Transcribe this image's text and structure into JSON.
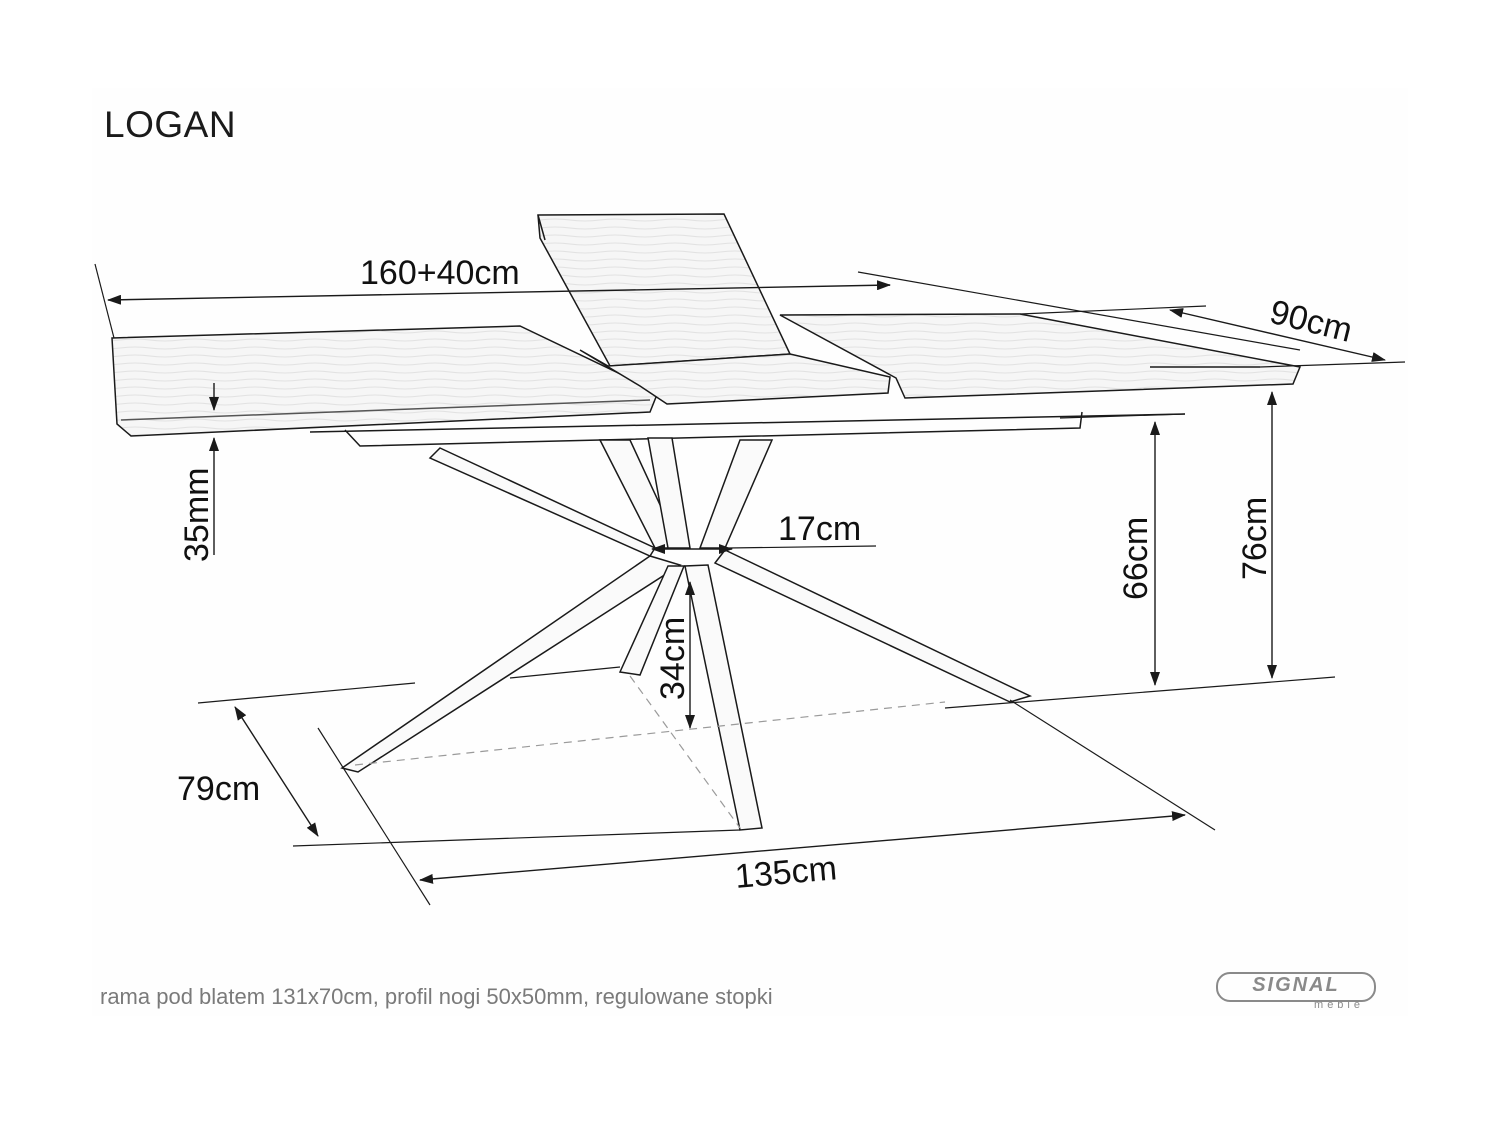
{
  "product": {
    "name": "LOGAN"
  },
  "dimensions": {
    "length": "160+40cm",
    "width": "90cm",
    "top_thickness": "35mm",
    "leg_spacing": "17cm",
    "frame_clearance": "66cm",
    "total_height": "76cm",
    "cross_height": "34cm",
    "base_depth": "79cm",
    "base_length": "135cm"
  },
  "footer": {
    "note": "rama pod blatem 131x70cm, profil nogi 50x50mm, regulowane stopki"
  },
  "brand": {
    "name": "SIGNAL",
    "sub": "meble"
  },
  "colors": {
    "line": "#1a1a1a",
    "wood_fill": "#f4f4f4",
    "muted_text": "#7a7a7a",
    "logo": "#8a8a8a"
  }
}
